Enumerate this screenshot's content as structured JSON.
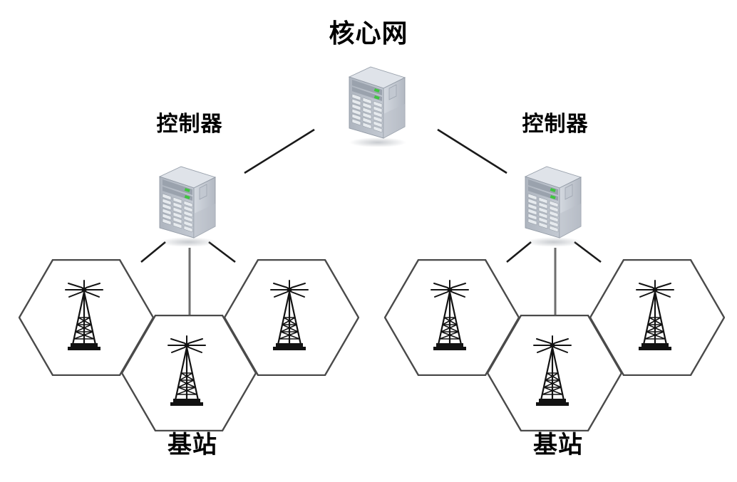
{
  "diagram": {
    "title_node": "核心网",
    "background_color": "#ffffff",
    "hex_stroke_color": "#4a4a4a",
    "link_color": "#1a1a1a",
    "link_color_vertical": "#6e6e6e",
    "server_body_color": "#b9bfc9",
    "server_side_color": "#cdd2da",
    "server_led_color": "#3fc43f"
  },
  "nodes": {
    "core": {
      "label": "核心网",
      "icon": "server-icon"
    },
    "controller_left": {
      "label": "控制器",
      "icon": "server-icon"
    },
    "controller_right": {
      "label": "控制器",
      "icon": "server-icon"
    },
    "cluster_left": {
      "label": "基站"
    },
    "cluster_right": {
      "label": "基站"
    }
  },
  "cells": {
    "left": [
      {
        "name": "cell-left-1",
        "icon": "cell-tower-icon"
      },
      {
        "name": "cell-left-2",
        "icon": "cell-tower-icon"
      },
      {
        "name": "cell-left-3",
        "icon": "cell-tower-icon"
      }
    ],
    "right": [
      {
        "name": "cell-right-1",
        "icon": "cell-tower-icon"
      },
      {
        "name": "cell-right-2",
        "icon": "cell-tower-icon"
      },
      {
        "name": "cell-right-3",
        "icon": "cell-tower-icon"
      }
    ]
  },
  "links": [
    {
      "from": "controller_left",
      "to": "core"
    },
    {
      "from": "controller_right",
      "to": "core"
    },
    {
      "from": "controller_left",
      "to": "cell-left-1"
    },
    {
      "from": "controller_left",
      "to": "cell-left-2"
    },
    {
      "from": "controller_left",
      "to": "cell-left-3"
    },
    {
      "from": "controller_right",
      "to": "cell-right-1"
    },
    {
      "from": "controller_right",
      "to": "cell-right-2"
    },
    {
      "from": "controller_right",
      "to": "cell-right-3"
    }
  ]
}
